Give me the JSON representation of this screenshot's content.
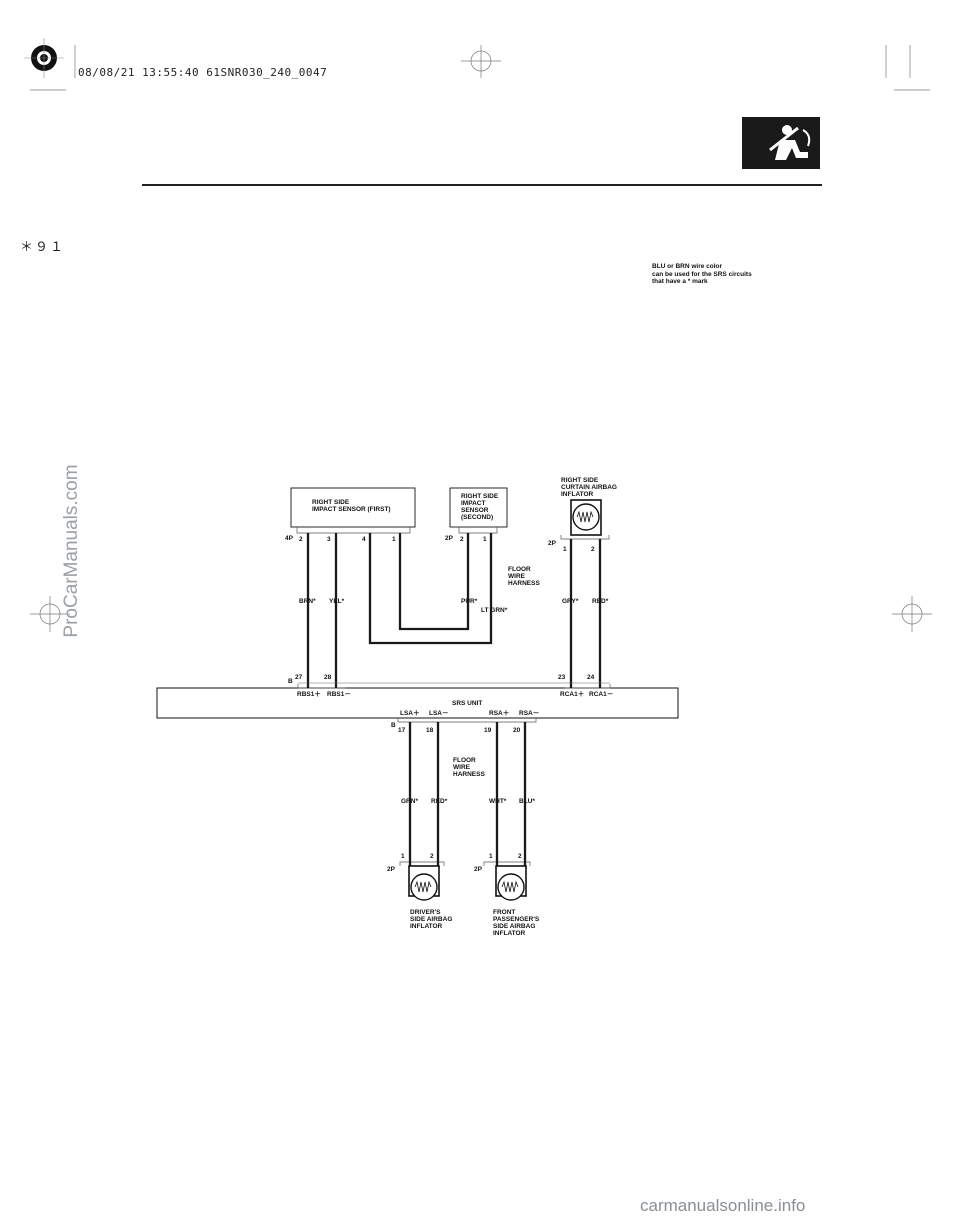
{
  "header": {
    "print_stamp": "08/08/21 13:55:40 61SNR030_240_0047",
    "page_mark": "＊９１",
    "badge_icon": "seatbelt-airbag-icon"
  },
  "note": "BLU or BRN wire color\ncan be used for the SRS circuits\nthat have a * mark",
  "components": {
    "rear_sensor": "RIGHT SIDE\nIMPACT SENSOR (FIRST)",
    "second_sensor": "RIGHT SIDE\nIMPACT\nSENSOR\n(SECOND)",
    "curtain_inflator": "RIGHT SIDE\nCURTAIN AIRBAG\nINFLATOR",
    "srs_unit": "SRS UNIT",
    "driver_inflator": "DRIVER'S\nSIDE AIRBAG\nINFLATOR",
    "passenger_inflator": "FRONT\nPASSENGER'S\nSIDE AIRBAG\nINFLATOR"
  },
  "harness": {
    "upper": "FLOOR\nWIRE\nHARNESS",
    "lower": "FLOOR\nWIRE\nHARNESS"
  },
  "connectors": {
    "sensor_first": "4P",
    "sensor_second": "2P",
    "curtain": "2P",
    "srs_upper": "B",
    "srs_lower": "B",
    "driver": "2P",
    "passenger": "2P"
  },
  "pins": {
    "s1_a": "2",
    "s1_b": "3",
    "s1_c": "4",
    "s1_d": "1",
    "s2_a": "2",
    "s2_b": "1",
    "cur_a": "1",
    "cur_b": "2",
    "srs_27": "27",
    "srs_28": "28",
    "srs_23": "23",
    "srs_24": "24",
    "srs_17": "17",
    "srs_18": "18",
    "srs_19": "19",
    "srs_20": "20",
    "drv_a": "1",
    "drv_b": "2",
    "pas_a": "1",
    "pas_b": "2"
  },
  "wires": {
    "brn": "BRN*",
    "yel": "YEL*",
    "pur": "PUR*",
    "ltgrn": "LT GRN*",
    "gry": "GRY*",
    "red_top": "RED*",
    "grn": "GRN*",
    "red_bot": "RED*",
    "wht": "WHT*",
    "blu": "BLU*"
  },
  "terminals": {
    "rbs1p": "RBS1＋",
    "rbs1m": "RBS1－",
    "rca1p": "RCA1＋",
    "rca1m": "RCA1－",
    "lsap": "LSA＋",
    "lsam": "LSA－",
    "rsap": "RSA＋",
    "rsam": "RSA－"
  },
  "watermarks": {
    "side": "ProCarManuals.com",
    "bottom": "carmanualsonline.info"
  }
}
